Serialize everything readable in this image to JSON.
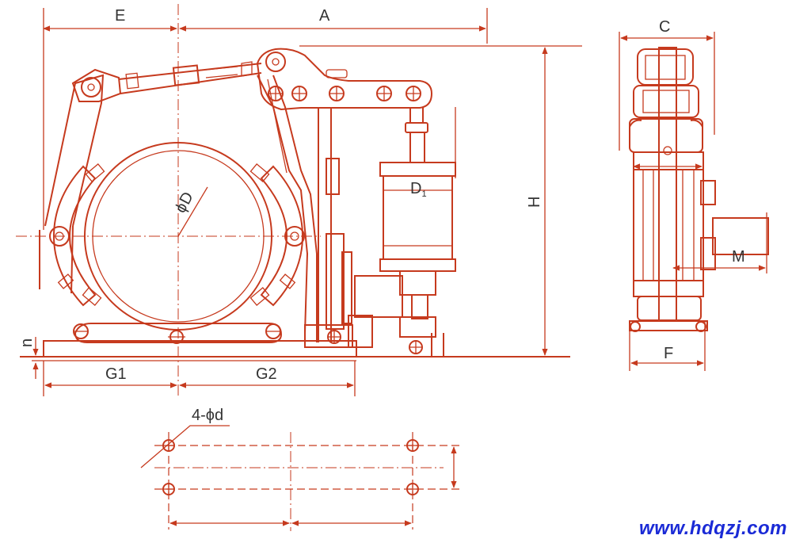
{
  "colors": {
    "line": "#c63a1e",
    "text": "#333333",
    "watermark": "#1a2ad6"
  },
  "labels": {
    "E": "E",
    "A": "A",
    "C": "C",
    "D": "D",
    "D1": "D",
    "D1_sub": "1",
    "H": "H",
    "M": "M",
    "F": "F",
    "n": "n",
    "G1": "G1",
    "G2": "G2",
    "holes": "4-ϕd",
    "phi": "ϕ"
  },
  "watermark": "www.hdqzj.com"
}
